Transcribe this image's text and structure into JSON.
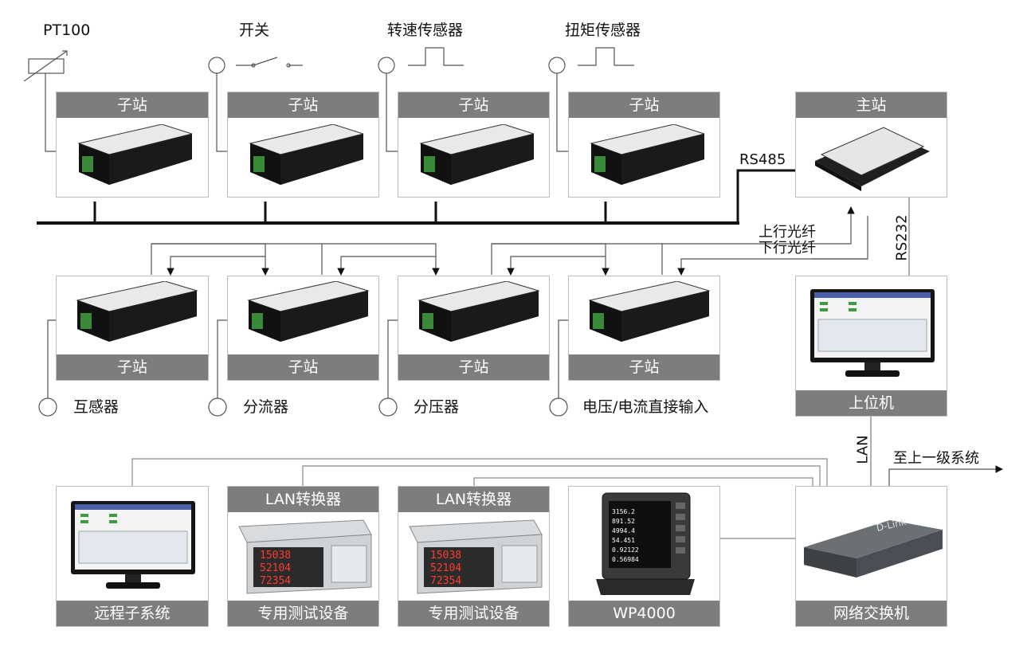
{
  "top_sensors": [
    "PT100",
    "开关",
    "转速传感器",
    "扭矩传感器"
  ],
  "top_stations": [
    "子站",
    "子站",
    "子站",
    "子站"
  ],
  "master": "主站",
  "rs485": "RS485",
  "rs232": "RS232",
  "fiber_up": "上行光纤",
  "fiber_down": "下行光纤",
  "mid_stations": [
    "子站",
    "子站",
    "子站",
    "子站"
  ],
  "mid_sensors": [
    "互感器",
    "分流器",
    "分压器",
    "电压/电流直接输入"
  ],
  "host": "上位机",
  "lan": "LAN",
  "upper_level": "至上一级系统",
  "bottom": {
    "remote": "远程子系统",
    "lan_conv_1": "LAN转换器",
    "test_dev_1": "专用测试设备",
    "lan_conv_2": "LAN转换器",
    "test_dev_2": "专用测试设备",
    "wp": "WP4000",
    "switch": "网络交换机"
  },
  "meter_readings": [
    "15038",
    "52104",
    "72354"
  ],
  "wp_readings": [
    "3156.2",
    "891.52",
    "4994.4",
    "54.451",
    "0.92122",
    "0.56984"
  ],
  "switch_brand": "D-Link"
}
